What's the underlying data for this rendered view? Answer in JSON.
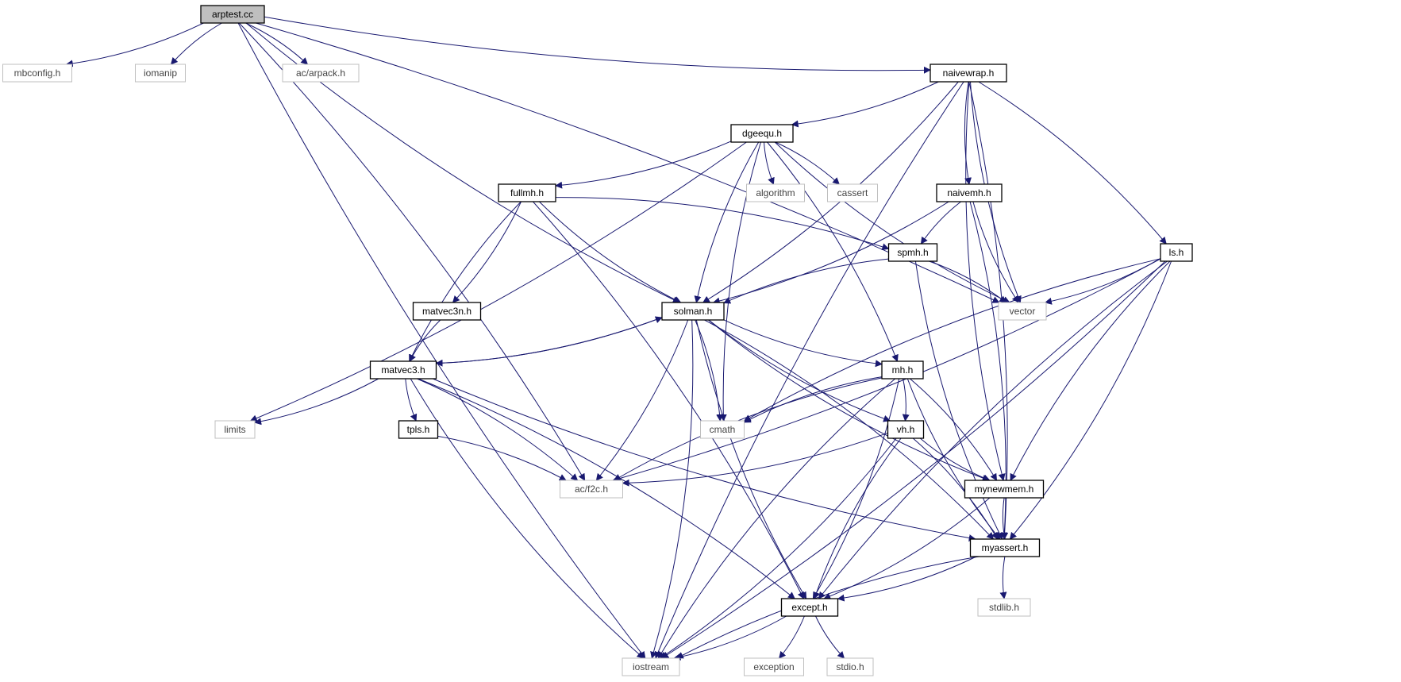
{
  "diagram": {
    "colors": {
      "edge": "#191970",
      "root_fill": "#bfbfbf",
      "root_stroke": "#000000",
      "node_stroke": "#000000",
      "ext_stroke": "#bfbfbf",
      "fill": "#ffffff"
    },
    "nodes": [
      {
        "id": "arptest",
        "label": "arptest.cc",
        "kind": "root"
      },
      {
        "id": "mbconfig",
        "label": "mbconfig.h",
        "kind": "external"
      },
      {
        "id": "iomanip",
        "label": "iomanip",
        "kind": "external"
      },
      {
        "id": "arpack",
        "label": "ac/arpack.h",
        "kind": "external"
      },
      {
        "id": "naivewrap",
        "label": "naivewrap.h",
        "kind": "header"
      },
      {
        "id": "dgeequ",
        "label": "dgeequ.h",
        "kind": "header"
      },
      {
        "id": "fullmh",
        "label": "fullmh.h",
        "kind": "header"
      },
      {
        "id": "algorithm",
        "label": "algorithm",
        "kind": "external"
      },
      {
        "id": "cassert",
        "label": "cassert",
        "kind": "external"
      },
      {
        "id": "naivemh",
        "label": "naivemh.h",
        "kind": "header"
      },
      {
        "id": "spmh",
        "label": "spmh.h",
        "kind": "header"
      },
      {
        "id": "ls",
        "label": "ls.h",
        "kind": "header"
      },
      {
        "id": "matvec3n",
        "label": "matvec3n.h",
        "kind": "header"
      },
      {
        "id": "solman",
        "label": "solman.h",
        "kind": "header"
      },
      {
        "id": "vector",
        "label": "vector",
        "kind": "external"
      },
      {
        "id": "matvec3",
        "label": "matvec3.h",
        "kind": "header"
      },
      {
        "id": "mh",
        "label": "mh.h",
        "kind": "header"
      },
      {
        "id": "limits",
        "label": "limits",
        "kind": "external"
      },
      {
        "id": "tpls",
        "label": "tpls.h",
        "kind": "header"
      },
      {
        "id": "cmath",
        "label": "cmath",
        "kind": "external"
      },
      {
        "id": "vh",
        "label": "vh.h",
        "kind": "header"
      },
      {
        "id": "f2c",
        "label": "ac/f2c.h",
        "kind": "external"
      },
      {
        "id": "mynewmem",
        "label": "mynewmem.h",
        "kind": "header"
      },
      {
        "id": "myassert",
        "label": "myassert.h",
        "kind": "header"
      },
      {
        "id": "stdlib",
        "label": "stdlib.h",
        "kind": "external"
      },
      {
        "id": "except",
        "label": "except.h",
        "kind": "header"
      },
      {
        "id": "iostream",
        "label": "iostream",
        "kind": "external"
      },
      {
        "id": "exception",
        "label": "exception",
        "kind": "external"
      },
      {
        "id": "stdio",
        "label": "stdio.h",
        "kind": "external"
      }
    ],
    "edges": [
      [
        "arptest",
        "mbconfig"
      ],
      [
        "arptest",
        "iomanip"
      ],
      [
        "arptest",
        "arpack"
      ],
      [
        "arptest",
        "naivewrap"
      ],
      [
        "arptest",
        "vector"
      ],
      [
        "arptest",
        "solman"
      ],
      [
        "arptest",
        "f2c"
      ],
      [
        "arptest",
        "iostream"
      ],
      [
        "naivewrap",
        "dgeequ"
      ],
      [
        "naivewrap",
        "naivemh"
      ],
      [
        "naivewrap",
        "solman"
      ],
      [
        "naivewrap",
        "vector"
      ],
      [
        "naivewrap",
        "ls"
      ],
      [
        "naivewrap",
        "mynewmem"
      ],
      [
        "naivewrap",
        "myassert"
      ],
      [
        "naivewrap",
        "iostream"
      ],
      [
        "dgeequ",
        "fullmh"
      ],
      [
        "dgeequ",
        "algorithm"
      ],
      [
        "dgeequ",
        "cassert"
      ],
      [
        "dgeequ",
        "solman"
      ],
      [
        "dgeequ",
        "mh"
      ],
      [
        "dgeequ",
        "vector"
      ],
      [
        "dgeequ",
        "limits"
      ],
      [
        "dgeequ",
        "cmath"
      ],
      [
        "fullmh",
        "spmh"
      ],
      [
        "fullmh",
        "solman"
      ],
      [
        "fullmh",
        "matvec3n"
      ],
      [
        "fullmh",
        "matvec3"
      ],
      [
        "fullmh",
        "except"
      ],
      [
        "naivemh",
        "spmh"
      ],
      [
        "naivemh",
        "solman"
      ],
      [
        "naivemh",
        "vector"
      ],
      [
        "naivemh",
        "myassert"
      ],
      [
        "spmh",
        "solman"
      ],
      [
        "spmh",
        "vector"
      ],
      [
        "spmh",
        "myassert"
      ],
      [
        "ls",
        "vector"
      ],
      [
        "ls",
        "cmath"
      ],
      [
        "ls",
        "f2c"
      ],
      [
        "ls",
        "mynewmem"
      ],
      [
        "ls",
        "myassert"
      ],
      [
        "ls",
        "except"
      ],
      [
        "ls",
        "iostream"
      ],
      [
        "matvec3n",
        "matvec3"
      ],
      [
        "solman",
        "matvec3"
      ],
      [
        "solman",
        "mh"
      ],
      [
        "solman",
        "cmath"
      ],
      [
        "solman",
        "vh"
      ],
      [
        "solman",
        "f2c"
      ],
      [
        "solman",
        "mynewmem"
      ],
      [
        "solman",
        "myassert"
      ],
      [
        "solman",
        "except"
      ],
      [
        "solman",
        "iostream"
      ],
      [
        "matvec3",
        "solman"
      ],
      [
        "matvec3",
        "limits"
      ],
      [
        "matvec3",
        "tpls"
      ],
      [
        "matvec3",
        "f2c"
      ],
      [
        "matvec3",
        "myassert"
      ],
      [
        "matvec3",
        "except"
      ],
      [
        "matvec3",
        "iostream"
      ],
      [
        "tpls",
        "f2c"
      ],
      [
        "mh",
        "cmath"
      ],
      [
        "mh",
        "vh"
      ],
      [
        "mh",
        "f2c"
      ],
      [
        "mh",
        "mynewmem"
      ],
      [
        "mh",
        "myassert"
      ],
      [
        "mh",
        "except"
      ],
      [
        "mh",
        "iostream"
      ],
      [
        "vh",
        "f2c"
      ],
      [
        "vh",
        "mynewmem"
      ],
      [
        "vh",
        "myassert"
      ],
      [
        "vh",
        "except"
      ],
      [
        "vh",
        "iostream"
      ],
      [
        "mynewmem",
        "myassert"
      ],
      [
        "mynewmem",
        "except"
      ],
      [
        "myassert",
        "stdlib"
      ],
      [
        "myassert",
        "except"
      ],
      [
        "myassert",
        "iostream"
      ],
      [
        "except",
        "exception"
      ],
      [
        "except",
        "stdio"
      ],
      [
        "except",
        "iostream"
      ]
    ]
  }
}
